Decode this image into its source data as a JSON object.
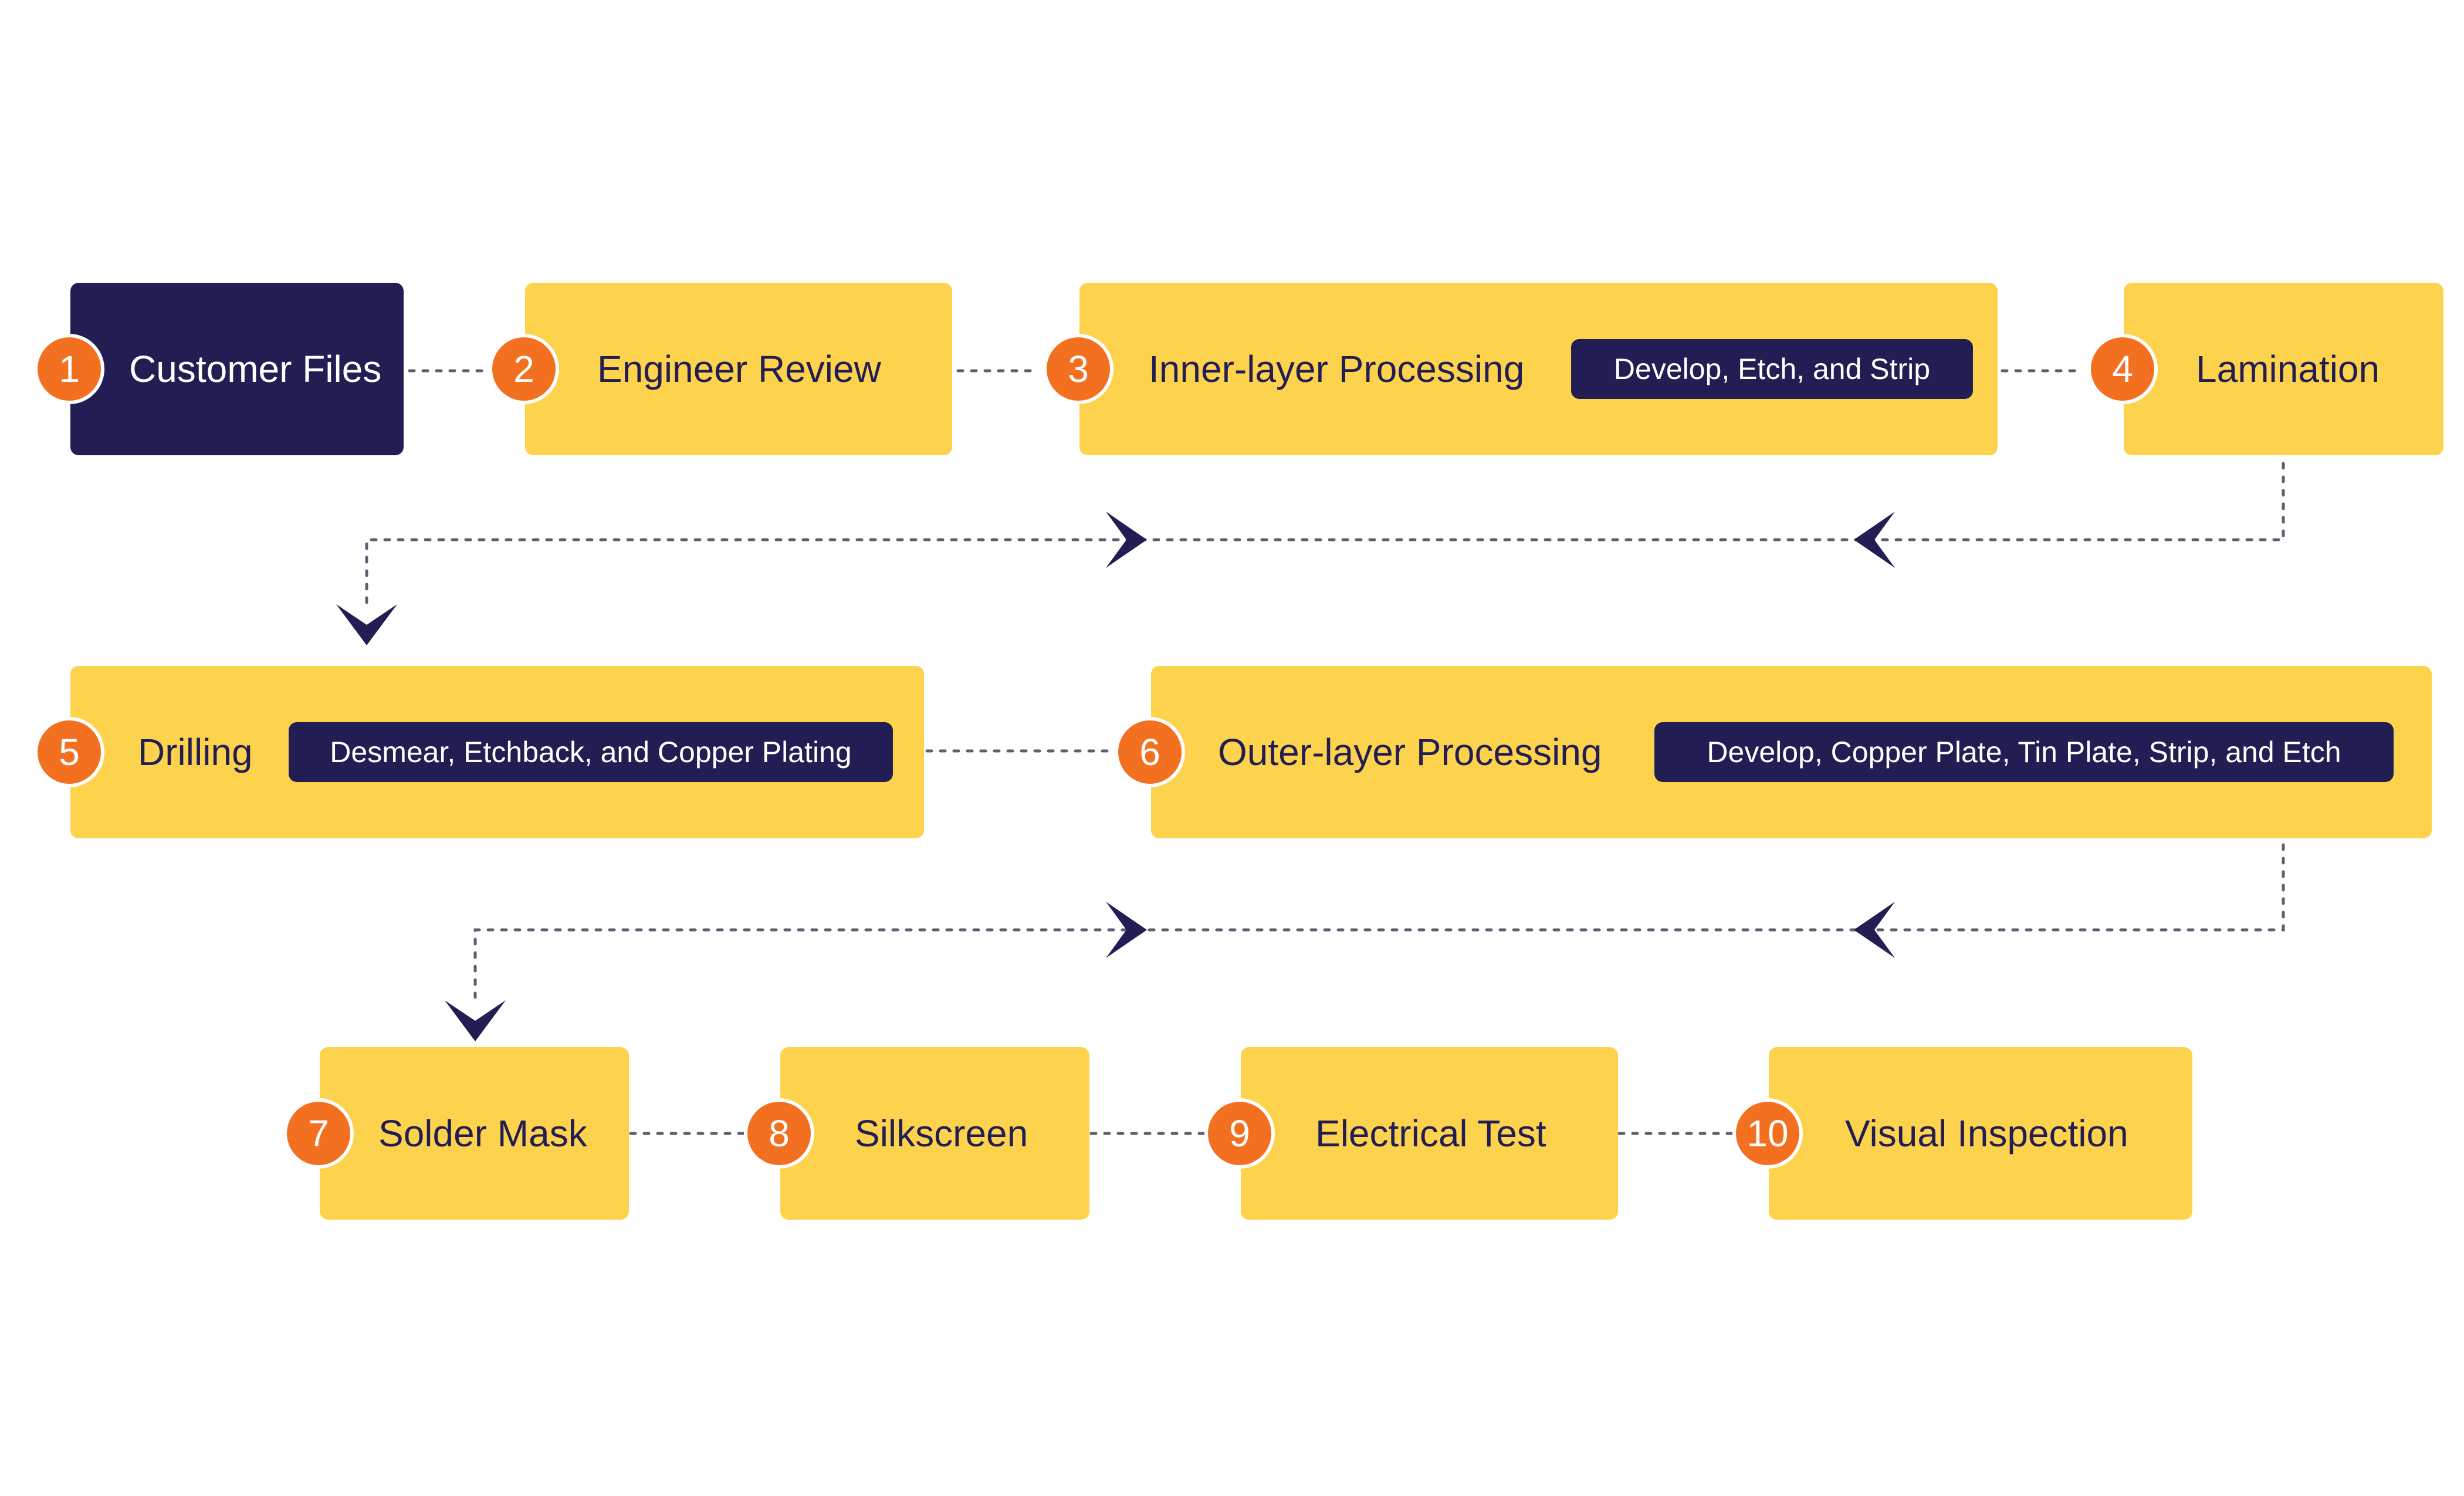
{
  "colors": {
    "card": "#FDD24D",
    "card_dark": "#221D53",
    "badge": "#F37021",
    "text_dark": "#221D53",
    "pill": "#221D53",
    "connector": "#5E5E6E",
    "arrow": "#221D53"
  },
  "steps": [
    {
      "number": "1",
      "label": "Customer Files"
    },
    {
      "number": "2",
      "label": "Engineer Review"
    },
    {
      "number": "3",
      "label": "Inner-layer Processing",
      "detail": "Develop, Etch, and Strip"
    },
    {
      "number": "4",
      "label": "Lamination"
    },
    {
      "number": "5",
      "label": "Drilling",
      "detail": "Desmear, Etchback, and Copper Plating"
    },
    {
      "number": "6",
      "label": "Outer-layer Processing",
      "detail": "Develop, Copper Plate, Tin Plate, Strip, and Etch"
    },
    {
      "number": "7",
      "label": "Solder Mask"
    },
    {
      "number": "8",
      "label": "Silkscreen"
    },
    {
      "number": "9",
      "label": "Electrical Test"
    },
    {
      "number": "10",
      "label": "Visual Inspection"
    }
  ]
}
